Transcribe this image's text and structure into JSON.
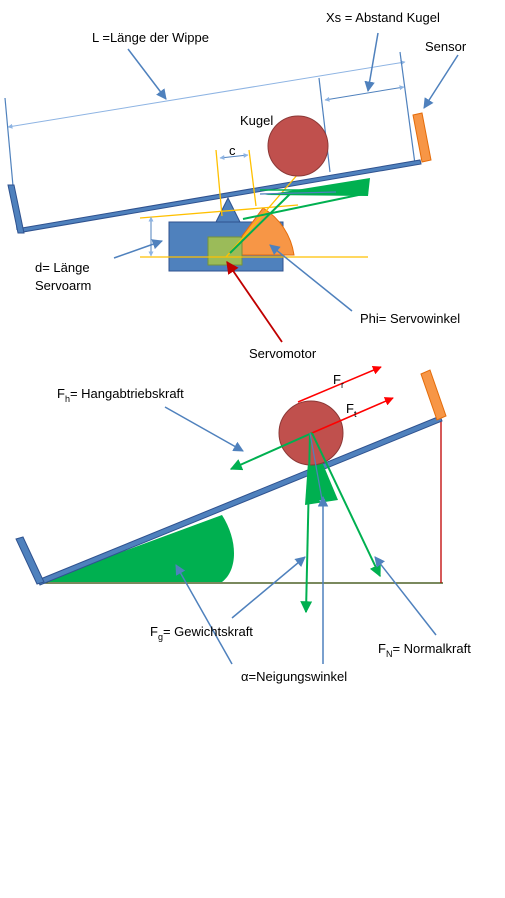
{
  "top": {
    "length_label": "L =Länge der Wippe",
    "xs_label": "Xs = Abstand Kugel",
    "sensor_label": "Sensor",
    "ball_label": "Kugel",
    "c_label": "c",
    "d_label_line1": "d= Länge",
    "d_label_line2": "Servoarm",
    "phi_label": "Phi= Servowinkel",
    "servo_label": "Servomotor"
  },
  "bottom": {
    "fr_main": "F",
    "fr_sub": "r",
    "ft_main": "F",
    "ft_sub": "t",
    "fh_main": "F",
    "fh_sub": "h",
    "fh_rest": "= Hangabtriebskraft",
    "fg_main": "F",
    "fg_sub": "g",
    "fg_rest": "= Gewichtskraft",
    "fn_main": "F",
    "fn_sub": "N",
    "fn_rest": "= Normalkraft",
    "alpha_label": "α=Neigungswinkel"
  },
  "colors": {
    "beam": "#4f81bd",
    "beam_dark": "#2f528f",
    "sensor": "#f79646",
    "ball": "#c0504d",
    "green": "#00b050",
    "yellow": "#ffc000",
    "red": "#ff0000",
    "dark_red": "#c00000",
    "olive": "#4f6228",
    "servo_green": "#9bbb59"
  }
}
